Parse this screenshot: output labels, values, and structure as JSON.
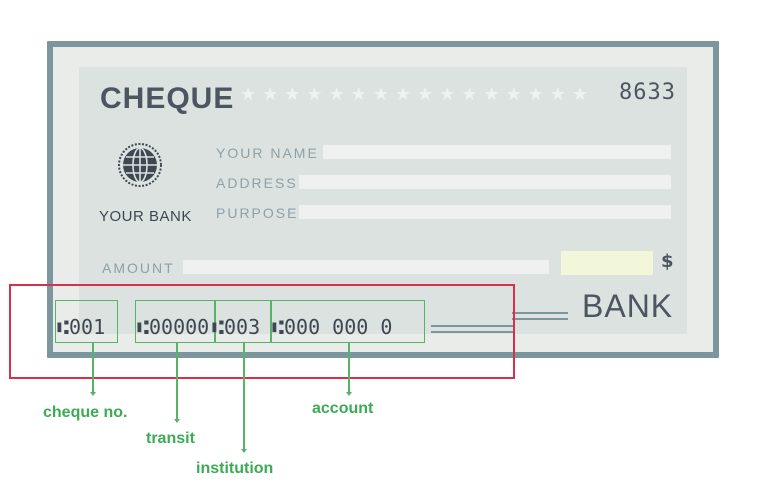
{
  "cheque": {
    "title": "CHEQUE",
    "stars": "★★★★★★★★★★★★★★★★",
    "number": "8633",
    "bank_name": "YOUR BANK",
    "fields": {
      "name_label": "YOUR NAME",
      "address_label": "ADDRESS",
      "purpose_label": "PURPOSE",
      "amount_label": "AMOUNT"
    },
    "currency_symbol": "$",
    "signature_bank": "BANK"
  },
  "micr": {
    "cheque_no": "⑆001",
    "transit": "⑆00000",
    "institution": "⑆003",
    "account": "⑆000  000  0"
  },
  "annotations": {
    "cheque_no": "cheque no.",
    "transit": "transit",
    "institution": "institution",
    "account": "account"
  },
  "colors": {
    "highlight": "#d6304d",
    "annotation": "#3daa55",
    "frame": "#7c969d",
    "text_dark": "#4c5560"
  },
  "icons": [
    "globe-icon"
  ]
}
